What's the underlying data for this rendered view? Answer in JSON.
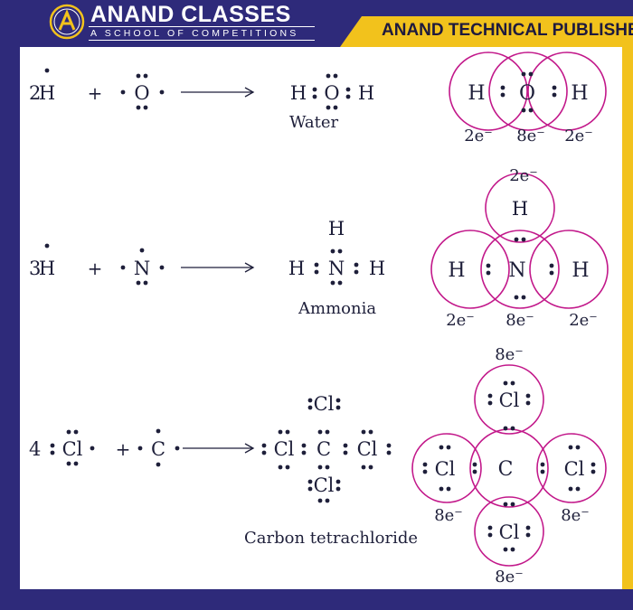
{
  "header": {
    "brand": "ANAND CLASSES",
    "tagline": "A SCHOOL OF COMPETITIONS",
    "publisher": "ANAND TECHNICAL PUBLISHERS"
  },
  "colors": {
    "navy": "#2e2a7a",
    "gold": "#f2c21c",
    "orbit": "#c2188a",
    "ink": "#1e1f3a"
  },
  "reactions": [
    {
      "id": "water",
      "coefficient": "2",
      "reactant1": "H",
      "plus": "+",
      "reactant2": "O",
      "product_label": "Water",
      "atoms": {
        "left": "H",
        "center": "O",
        "right": "H"
      },
      "shells": {
        "left": "2e⁻",
        "center": "8e⁻",
        "right": "2e⁻"
      }
    },
    {
      "id": "ammonia",
      "coefficient": "3",
      "reactant1": "H",
      "plus": "+",
      "reactant2": "N",
      "product_label": "Ammonia",
      "atoms": {
        "top": "H",
        "left": "H",
        "center": "N",
        "right": "H"
      },
      "shells": {
        "top": "2e⁻",
        "left": "2e⁻",
        "center": "8e⁻",
        "right": "2e⁻"
      }
    },
    {
      "id": "carbon-tetrachloride",
      "coefficient": "4",
      "reactant1": "Cl",
      "plus": "+",
      "reactant2": "C",
      "product_label": "Carbon tetrachloride",
      "atoms": {
        "top": "Cl",
        "left": "Cl",
        "center": "C",
        "right": "Cl",
        "bottom": "Cl"
      },
      "shells": {
        "top": "8e⁻",
        "left": "8e⁻",
        "right": "8e⁻",
        "bottom": "8e⁻"
      }
    }
  ]
}
